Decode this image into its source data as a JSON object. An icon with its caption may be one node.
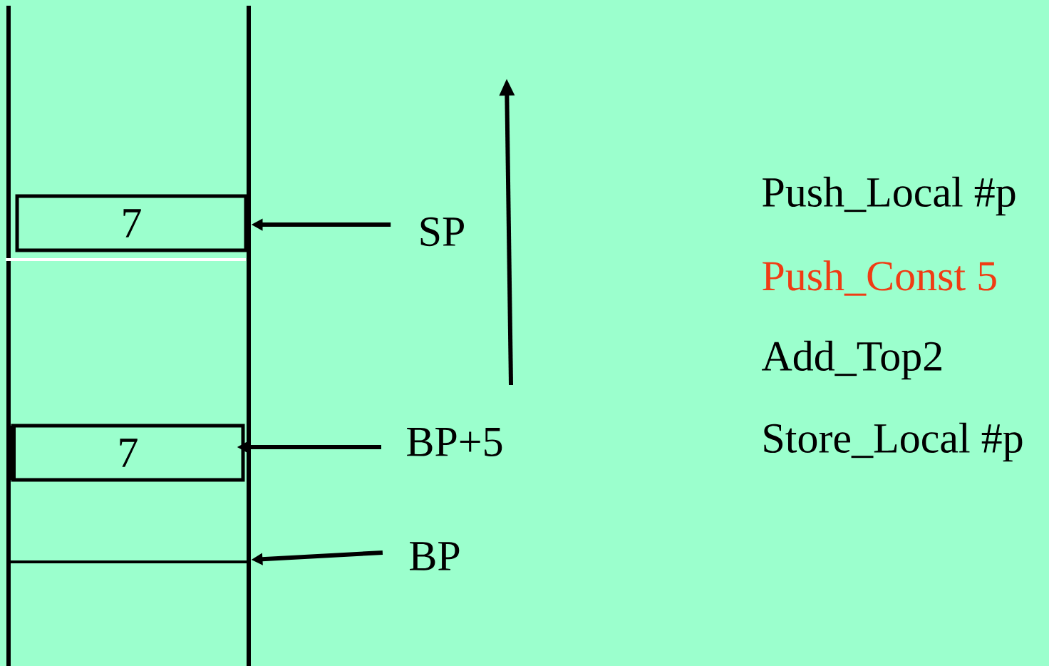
{
  "diagram": {
    "nodes": [
      {
        "text": [
          "7"
        ]
      },
      {
        "text": [
          "7"
        ]
      },
      {
        "text": [
          "SP"
        ]
      },
      {
        "text": [
          "BP+5"
        ]
      },
      {
        "text": [
          "BP"
        ]
      },
      {
        "text": [],
        "shape": "line"
      }
    ],
    "edges": [
      {
        "from": 2,
        "to": 0,
        "arrow": "to"
      },
      {
        "from": 3,
        "to": 1,
        "arrow": "to"
      },
      {
        "from": 4,
        "to": 5,
        "arrow": "to"
      }
    ],
    "labels": [
      "Push_Local #p",
      "Push_Const 5",
      "Add_Top2",
      "Store_Local #p"
    ]
  }
}
